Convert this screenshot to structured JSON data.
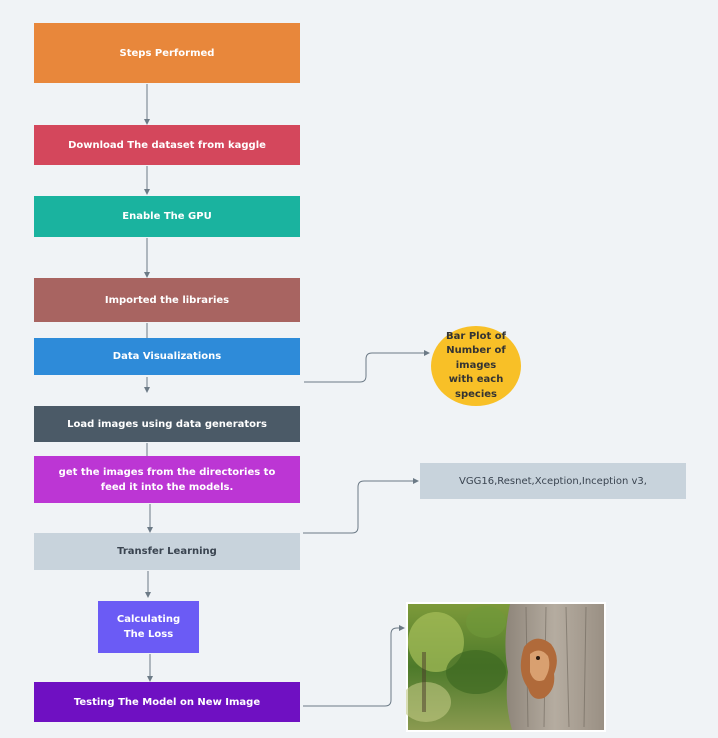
{
  "flow": {
    "steps_performed": "Steps Performed",
    "download": "Download The dataset from kaggle",
    "enable_gpu": "Enable The GPU",
    "imported": "Imported the libraries",
    "visualizations": "Data Visualizations",
    "load_images": "Load images using data generators",
    "get_images": "get the images from the directories to feed it into the models.",
    "transfer": "Transfer Learning",
    "loss": "Calculating The Loss",
    "testing": "Testing The Model on New Image"
  },
  "side": {
    "bar_plot": "Bar Plot of Number of images with each species",
    "models": "VGG16,Resnet,Xception,Inception v3,"
  },
  "colors": {
    "orange": "#e8873b",
    "red": "#d4475c",
    "teal": "#1ab39f",
    "rose": "#a86461",
    "blue": "#2e8bd9",
    "slate": "#4b5a67",
    "magenta": "#bc36d4",
    "light": "#c8d3dc",
    "indigo": "#6b5bf5",
    "purple": "#6f10c2",
    "yellow": "#f8c027"
  }
}
